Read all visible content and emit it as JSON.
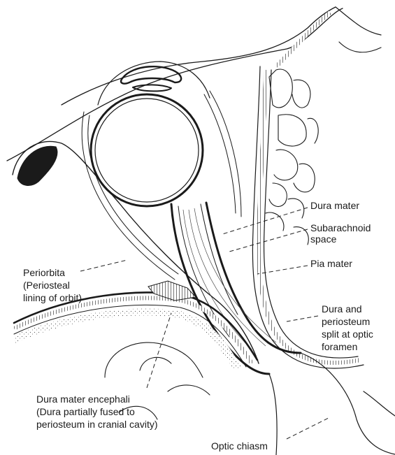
{
  "labels": {
    "dura_mater": "Dura mater",
    "subarachnoid_line1": "Subarachnoid",
    "subarachnoid_line2": "space",
    "pia_mater": "Pia mater",
    "periorbita_line1": "Periorbita",
    "periorbita_line2": "(Periosteal",
    "periorbita_line3": "lining of orbit)",
    "dura_periosteum_line1": "Dura and",
    "dura_periosteum_line2": "periosteum",
    "dura_periosteum_line3": "split at optic",
    "dura_periosteum_line4": "foramen",
    "dura_encephali_line1": "Dura mater encephali",
    "dura_encephali_line2": "(Dura partially fused to",
    "dura_encephali_line3": "periosteum in cranial cavity)",
    "optic_chiasm": "Optic chiasm"
  },
  "colors": {
    "ink": "#1a1a1a",
    "background": "#ffffff"
  }
}
